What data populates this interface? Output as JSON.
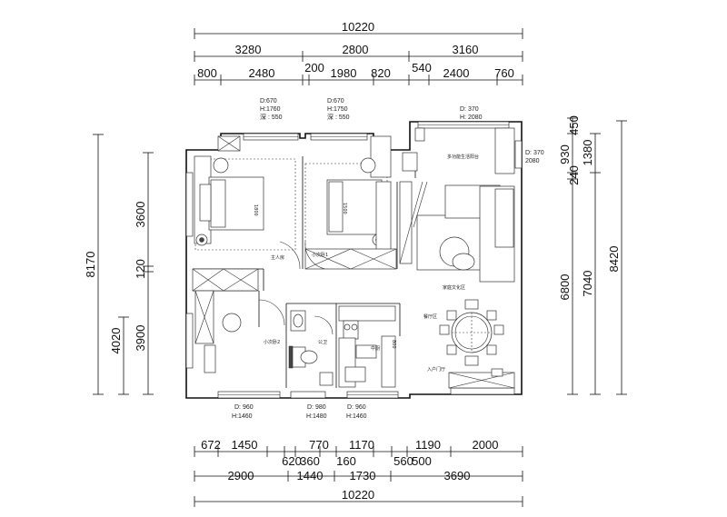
{
  "top_dims": {
    "row1": [
      "10220"
    ],
    "row2": [
      "3280",
      "2800",
      "3160"
    ],
    "row3": [
      "800",
      "2480",
      "200",
      "1980",
      "820",
      "540",
      "2400",
      "760"
    ]
  },
  "bottom_dims": {
    "row1": [
      "672",
      "1450",
      "770",
      "1170",
      "1190",
      "2000"
    ],
    "row1b": [
      "620",
      "360",
      "160",
      "560",
      "500"
    ],
    "row2": [
      "2900",
      "1440",
      "1730",
      "3690"
    ],
    "row3": [
      "10220"
    ]
  },
  "left_dims": [
    "8170",
    "3600",
    "120",
    "4020",
    "3900"
  ],
  "right_dims": [
    "450",
    "930",
    "1380",
    "240",
    "6800",
    "7040",
    "8420"
  ],
  "window_specs": [
    {
      "d": "D:670",
      "h": "H:1760",
      "s": "深 : 550"
    },
    {
      "d": "D:670",
      "h": "H:1750",
      "s": "深 : 550"
    },
    {
      "d": "D: 370",
      "h": "H: 2080"
    },
    {
      "d": "D: 370",
      "h": "2080"
    },
    {
      "d": "D: 960",
      "h": "H:1460"
    },
    {
      "d": "D: 980",
      "h": "H:1480"
    },
    {
      "d": "D: 960",
      "h": "H:1460"
    }
  ],
  "room_labels": {
    "balcony": "多功能生活阳台",
    "leisure": "家庭文化区",
    "dining": "餐厅区",
    "entry": "入户门厅",
    "master": "主人房",
    "small1": "小次卧1",
    "small2": "小次卧2",
    "bath": "公卫",
    "kitchen": "中厨"
  },
  "bed_labels": {
    "bed1_len": "1800",
    "bed2_len": "1500",
    "kitchen_len": "800"
  }
}
